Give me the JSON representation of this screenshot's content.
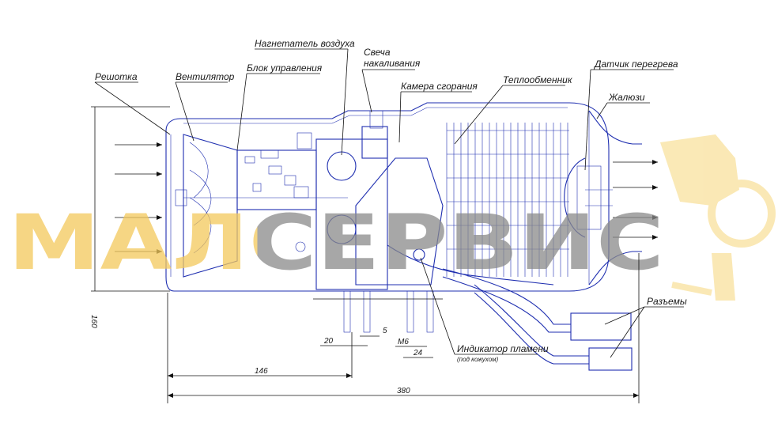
{
  "labels": {
    "grille": "Решотка",
    "fan": "Вентилятор",
    "blower": "Нагнетатель воздуха",
    "control_unit": "Блок управления",
    "glow_plug_1": "Свеча",
    "glow_plug_2": "накаливания",
    "combustion_chamber": "Камера сгорания",
    "heat_exchanger": "Теплообменник",
    "overheat_sensor": "Датчик перегрева",
    "louvers": "Жалюзи",
    "connectors": "Разъемы",
    "flame_indicator": "Индикатор пламени",
    "flame_indicator_note": "(под кожухом)"
  },
  "dimensions": {
    "height": "160",
    "d20": "20",
    "d5": "5",
    "m6": "M6",
    "d24": "24",
    "d146": "146",
    "d380": "380"
  },
  "watermark": {
    "text": "МАЛСЕРВИС",
    "color_left": "#f3c95c",
    "color_right": "#8a8a8a",
    "truck_color": "#f6d77a"
  },
  "colors": {
    "drawing_blue": "#1f2fb0",
    "line_black": "#111111"
  }
}
